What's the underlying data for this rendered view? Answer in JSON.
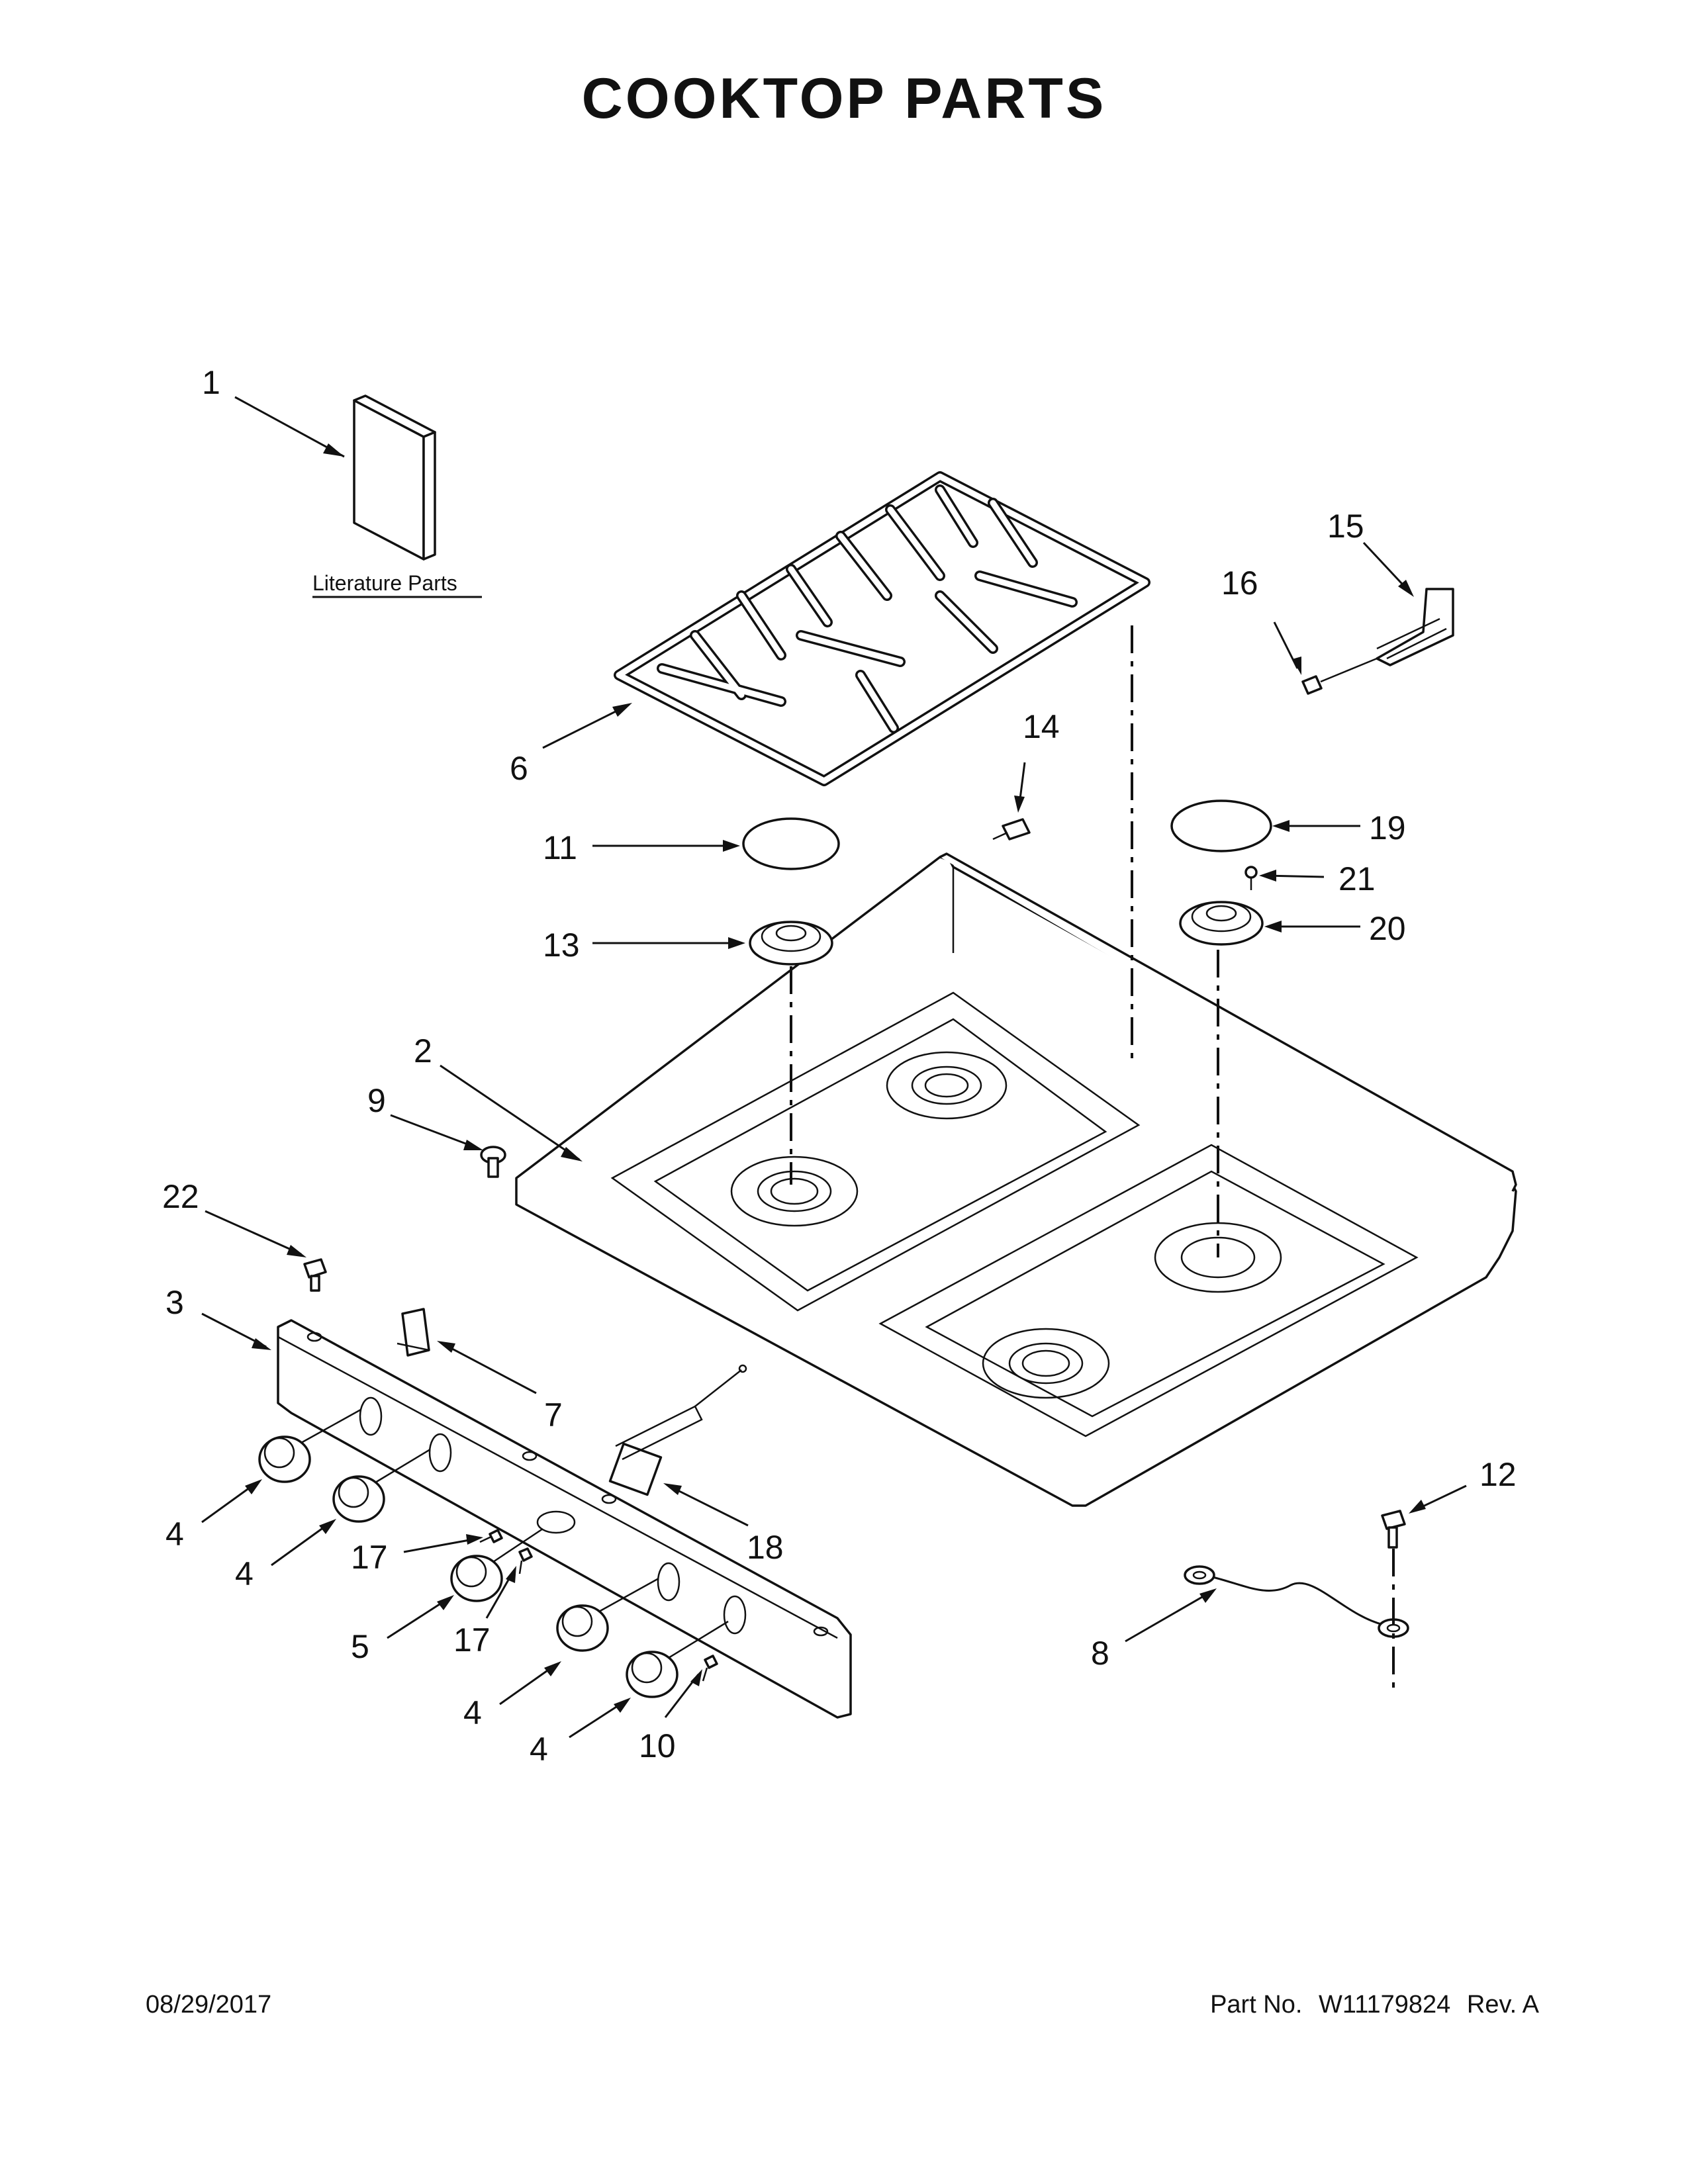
{
  "title": "COOKTOP PARTS",
  "literature_label": "Literature Parts",
  "callouts": {
    "c1": "1",
    "c2": "2",
    "c3": "3",
    "c4a": "4",
    "c4b": "4",
    "c4c": "4",
    "c4d": "4",
    "c5": "5",
    "c6": "6",
    "c7": "7",
    "c8": "8",
    "c9": "9",
    "c10": "10",
    "c11": "11",
    "c12": "12",
    "c13": "13",
    "c14": "14",
    "c15": "15",
    "c16": "16",
    "c17a": "17",
    "c17b": "17",
    "c18": "18",
    "c19": "19",
    "c20": "20",
    "c21": "21",
    "c22": "22"
  },
  "footer": {
    "date": "08/29/2017",
    "part_label": "Part No.",
    "part_number": "W11179824",
    "revision": "Rev. A"
  }
}
